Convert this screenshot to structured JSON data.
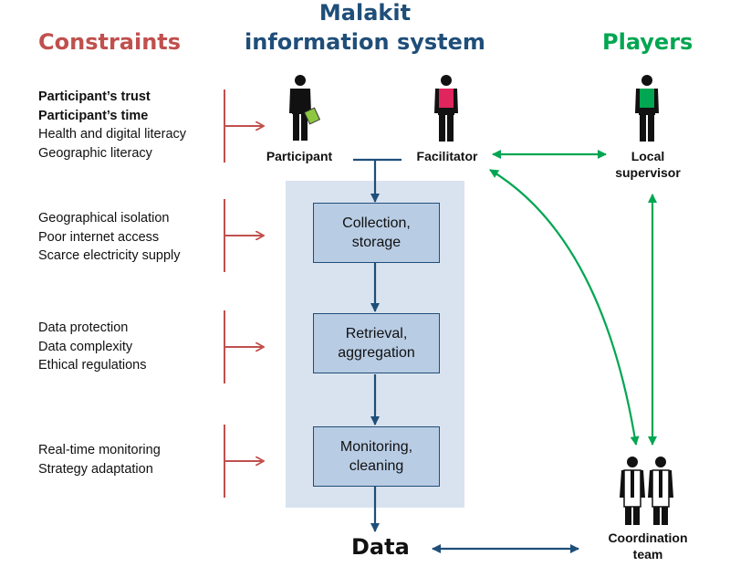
{
  "headers": {
    "constraints": "Constraints",
    "system_line1": "Malakit",
    "system_line2": "information system",
    "players": "Players"
  },
  "constraint_groups": [
    {
      "items": [
        {
          "text": "Participant’s trust",
          "bold": true
        },
        {
          "text": "Participant’s time",
          "bold": true
        },
        {
          "text": "Health and digital literacy",
          "bold": false
        },
        {
          "text": "Geographic literacy",
          "bold": false
        }
      ]
    },
    {
      "items": [
        {
          "text": "Geographical isolation",
          "bold": false
        },
        {
          "text": "Poor internet access",
          "bold": false
        },
        {
          "text": "Scarce electricity supply",
          "bold": false
        }
      ]
    },
    {
      "items": [
        {
          "text": "Data protection",
          "bold": false
        },
        {
          "text": "Data complexity",
          "bold": false
        },
        {
          "text": "Ethical regulations",
          "bold": false
        }
      ]
    },
    {
      "items": [
        {
          "text": "Real-time monitoring",
          "bold": false
        },
        {
          "text": "Strategy adaptation",
          "bold": false
        }
      ]
    }
  ],
  "roles": {
    "participant": "Participant",
    "facilitator": "Facilitator",
    "local_supervisor_1": "Local",
    "local_supervisor_2": "supervisor",
    "coordination_1": "Coordination",
    "coordination_2": "team"
  },
  "steps": [
    {
      "line1": "Collection,",
      "line2": "storage"
    },
    {
      "line1": "Retrieval,",
      "line2": "aggregation"
    },
    {
      "line1": "Monitoring,",
      "line2": "cleaning"
    }
  ],
  "output": "Data",
  "colors": {
    "constraints": "#c0504d",
    "system": "#1f4e79",
    "players": "#00a651",
    "panel": "#d9e3ef",
    "box": "#b8cce4"
  }
}
